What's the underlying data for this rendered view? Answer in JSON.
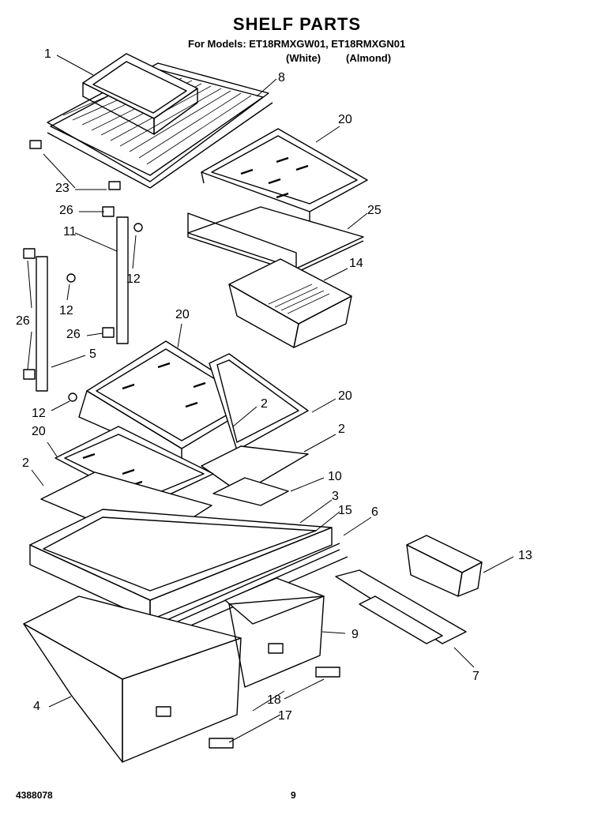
{
  "header": {
    "title": "SHELF PARTS",
    "models_line": "For Models: ET18RMXGW01, ET18RMXGN01",
    "variant_white": "(White)",
    "variant_almond": "(Almond)"
  },
  "footer": {
    "doc_number": "4388078",
    "page_number": "9"
  },
  "callouts": {
    "c1": "1",
    "c8": "8",
    "c20a": "20",
    "c23": "23",
    "c25": "25",
    "c26a": "26",
    "c11": "11",
    "c14": "14",
    "c12a": "12",
    "c12b": "12",
    "c26b": "26",
    "c26c": "26",
    "c20b": "20",
    "c5": "5",
    "c20c": "20",
    "c2a": "2",
    "c12c": "12",
    "c20d": "20",
    "c2b": "2",
    "c2c": "2",
    "c10": "10",
    "c3": "3",
    "c15": "15",
    "c6": "6",
    "c13": "13",
    "c9": "9",
    "c7": "7",
    "c4": "4",
    "c18": "18",
    "c17": "17"
  }
}
